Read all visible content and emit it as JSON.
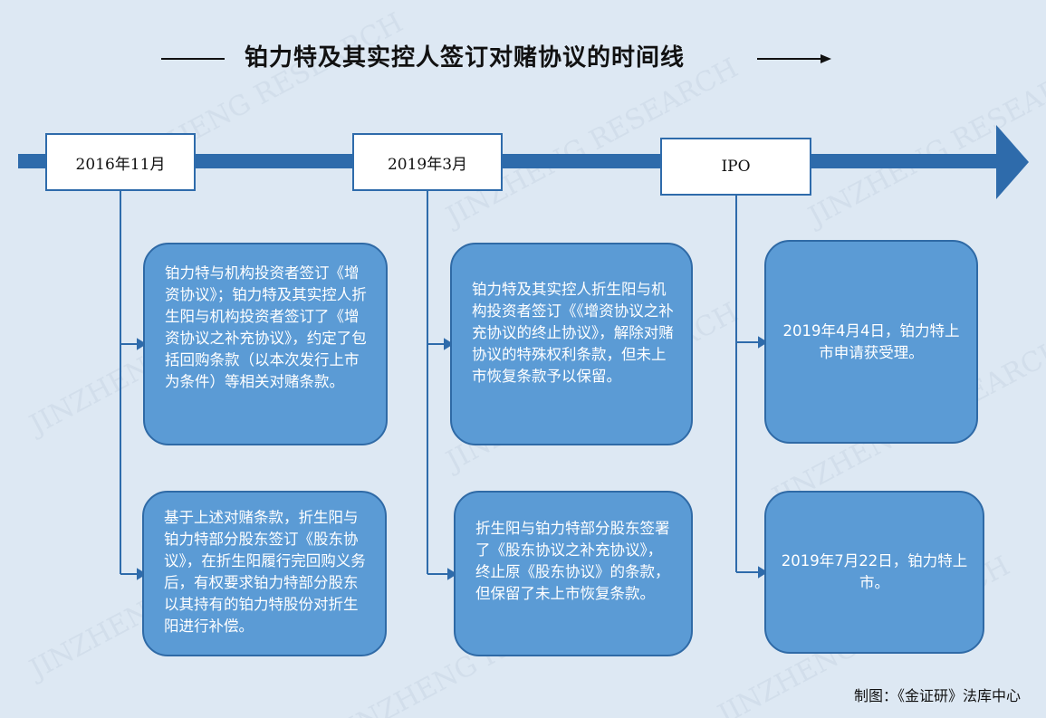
{
  "title": "铂力特及其实控人签订对赌协议的时间线",
  "columns": [
    {
      "date": "2016年11月",
      "events": [
        "铂力特与机构投资者签订《增资协议》；铂力特及其实控人折生阳与机构投资者签订了《增资协议之补充协议》，约定了包括回购条款（以本次发行上市为条件）等相关对赌条款。",
        "基于上述对赌条款，折生阳与铂力特部分股东签订《股东协议》，在折生阳履行完回购义务后，有权要求铂力特部分股东以其持有的铂力特股份对折生阳进行补偿。"
      ]
    },
    {
      "date": "2019年3月",
      "events": [
        "铂力特及其实控人折生阳与机构投资者签订《《增资协议之补充协议的终止协议》，解除对赌协议的特殊权利条款，但未上市恢复条款予以保留。",
        "折生阳与铂力特部分股东签署了《股东协议之补充协议》，终止原《股东协议》的条款，但保留了未上市恢复条款。"
      ]
    },
    {
      "date": "IPO",
      "events": [
        "2019年4月4日，铂力特上市申请获受理。",
        "2019年7月22日，铂力特上市。"
      ]
    }
  ],
  "credit": "制图：《金证研》法库中心",
  "watermark": "JINZHENG RESEARCH",
  "colors": {
    "background": "#dde8f3",
    "timeline": "#2e6bab",
    "event_fill": "#5b9bd5",
    "event_border": "#2f6aa6"
  }
}
